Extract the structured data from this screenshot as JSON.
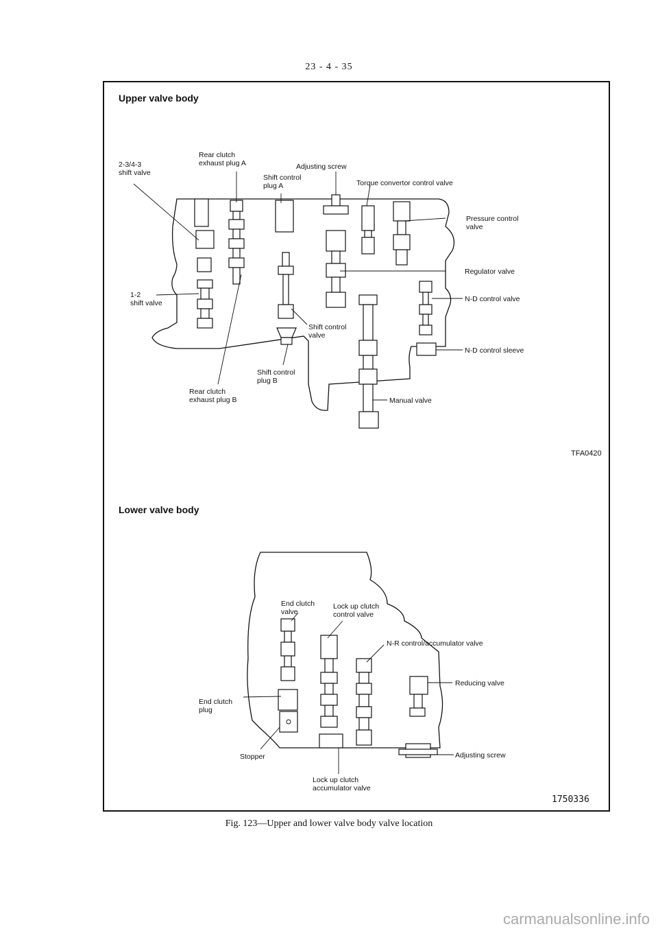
{
  "page_number": "23 - 4 - 35",
  "upper": {
    "title": "Upper valve body",
    "code": "TFA0420",
    "labels": {
      "shift_234_l1": "2-3/4-3",
      "shift_234_l2": "shift valve",
      "rear_a_l1": "Rear clutch",
      "rear_a_l2": "exhaust plug A",
      "adjusting_screw": "Adjusting screw",
      "shift_ctrl_a_l1": "Shift control",
      "shift_ctrl_a_l2": "plug A",
      "torque_conv": "Torque convertor control valve",
      "pressure_l1": "Pressure control",
      "pressure_l2": "valve",
      "regulator": "Regulator valve",
      "nd_valve": "N-D control valve",
      "nd_sleeve": "N-D control sleeve",
      "shift12_l1": "1-2",
      "shift12_l2": "shift valve",
      "shift_ctrl_v_l1": "Shift control",
      "shift_ctrl_v_l2": "valve",
      "shift_ctrl_b_l1": "Shift control",
      "shift_ctrl_b_l2": "plug B",
      "rear_b_l1": "Rear clutch",
      "rear_b_l2": "exhaust plug B",
      "manual": "Manual valve"
    }
  },
  "lower": {
    "title": "Lower valve body",
    "code": "1750336",
    "labels": {
      "end_valve_l1": "End clutch",
      "end_valve_l2": "valve",
      "lockup_ctrl_l1": "Lock up clutch",
      "lockup_ctrl_l2": "control valve",
      "nr": "N-R control/accumulator valve",
      "reducing": "Reducing valve",
      "end_plug_l1": "End clutch",
      "end_plug_l2": "plug",
      "stopper": "Stopper",
      "adjusting_screw": "Adjusting screw",
      "lockup_acc_l1": "Lock up clutch",
      "lockup_acc_l2": "accumulator valve"
    }
  },
  "caption": "Fig. 123—Upper and lower valve body valve location",
  "watermark": "carmanualsonline.info"
}
